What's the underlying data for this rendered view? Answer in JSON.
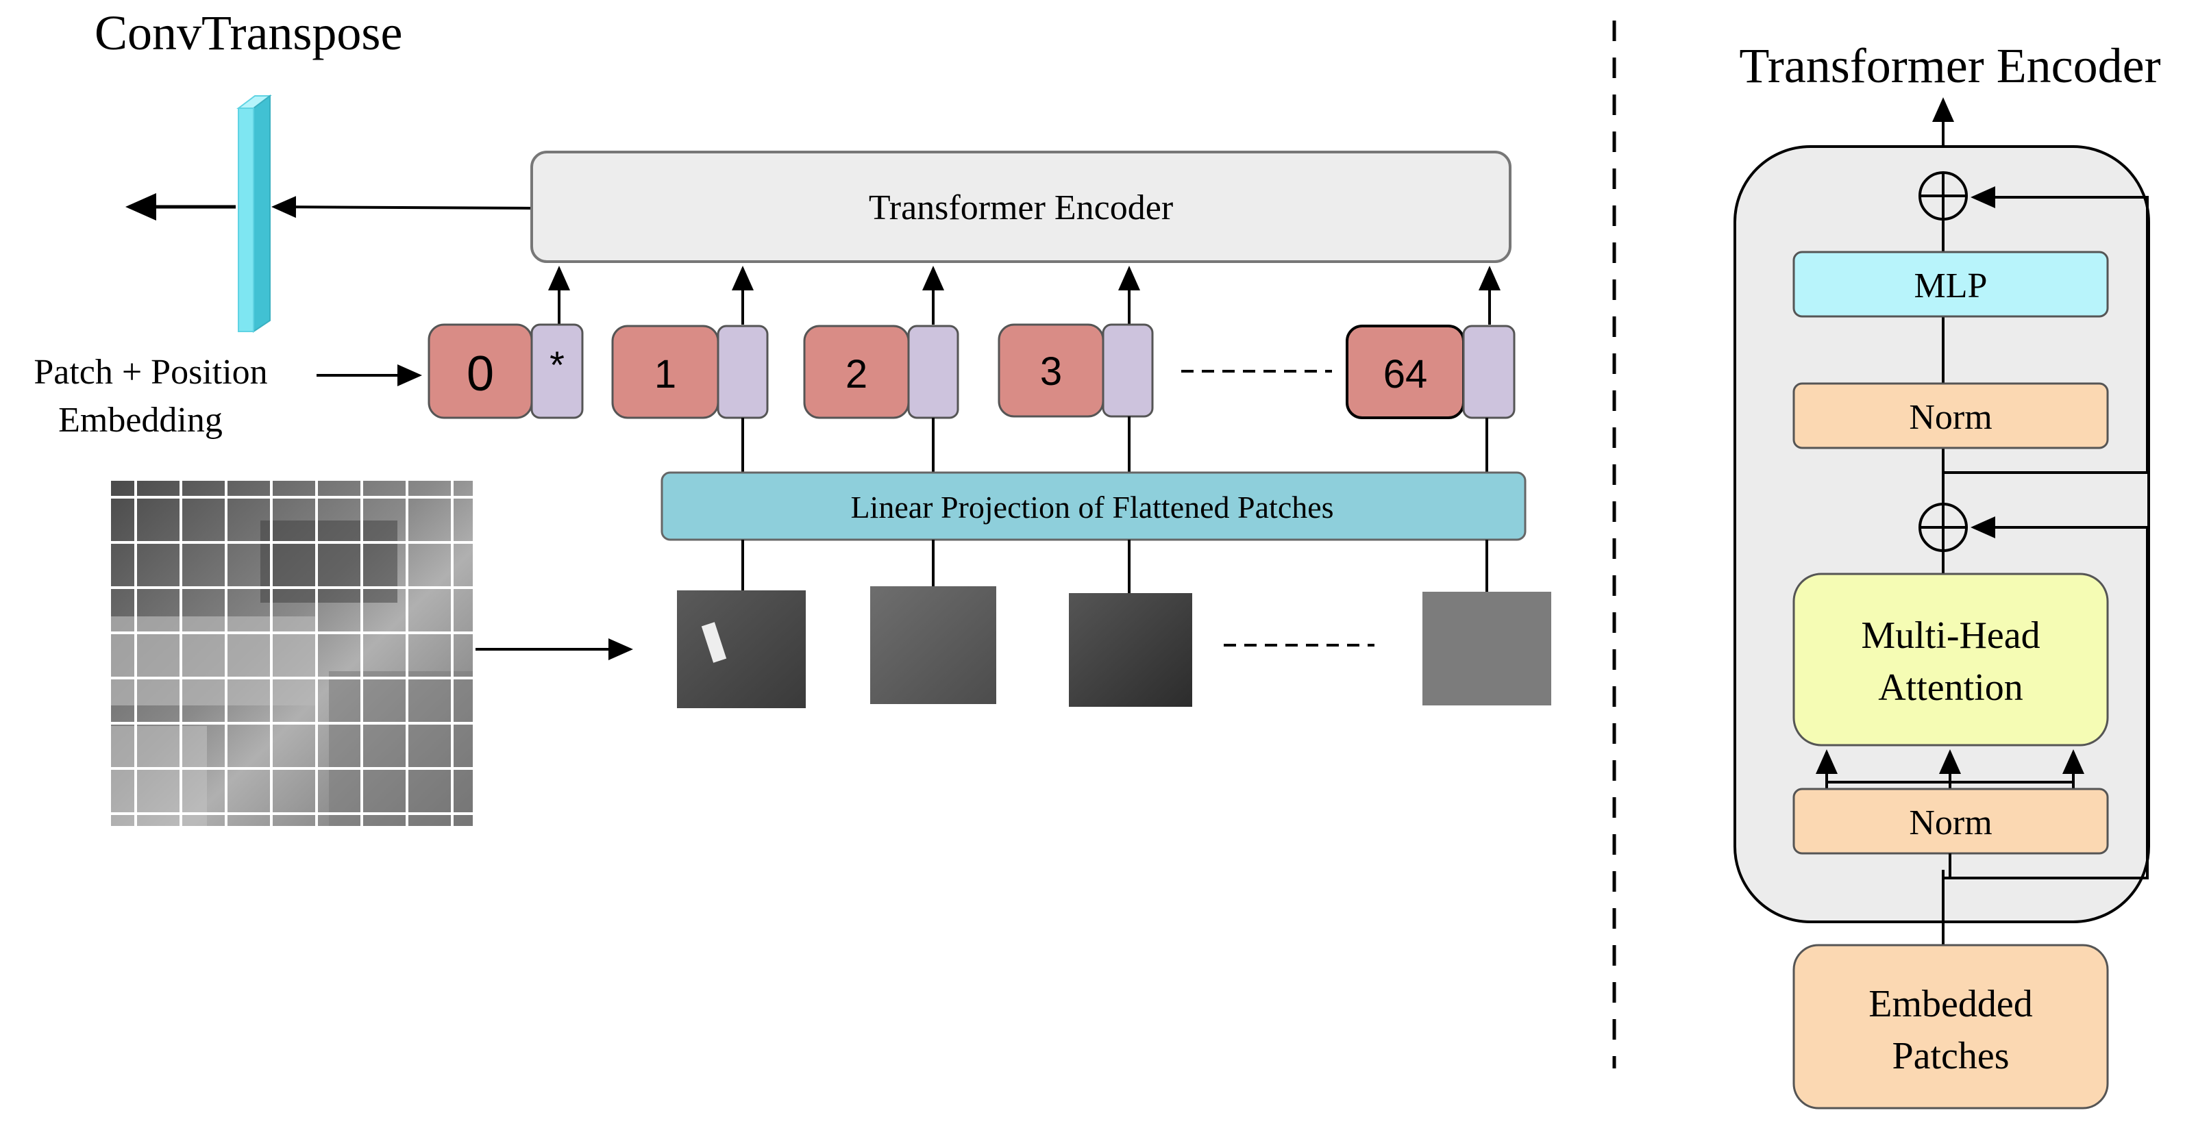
{
  "left": {
    "conv_title": "ConvTranspose",
    "encoder_label": "Transformer Encoder",
    "embed_label_line1": "Patch + Position",
    "embed_label_line2": "Embedding",
    "projection_label": "Linear Projection of Flattened Patches",
    "tokens": [
      "0",
      "*",
      "1",
      "2",
      "3",
      "64"
    ]
  },
  "right": {
    "title": "Transformer Encoder",
    "mlp": "MLP",
    "norm_top": "Norm",
    "attention_line1": "Multi-Head",
    "attention_line2": "Attention",
    "norm_bottom": "Norm",
    "embedded_line1": "Embedded",
    "embedded_line2": "Patches"
  },
  "colors": {
    "token_pink": "#d98c86",
    "token_lavender": "#cdc3dd",
    "encoder_gray": "#ededed",
    "projection_blue": "#8ecfdb",
    "conv_cyan": "#7ee6f2",
    "mlp_cyan": "#b8f4fb",
    "norm_peach": "#fbd8b2",
    "attention_yellow": "#f5fcb4",
    "panel_gray": "#ececec"
  },
  "icons": [
    "arrow-icon",
    "add-circle-icon",
    "image-grid-icon",
    "patch-image-icon"
  ]
}
